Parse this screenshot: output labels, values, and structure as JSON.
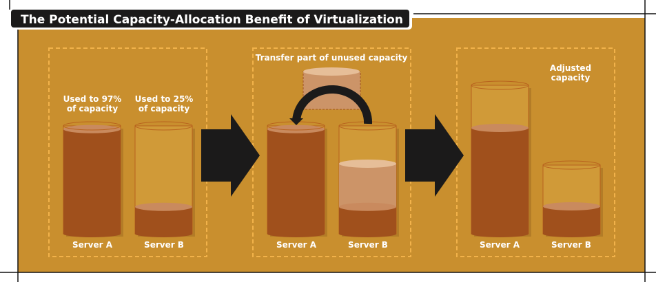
{
  "title": "The Potential Capacity-Allocation Benefit of Virtualization",
  "colors": {
    "panel": "#C98F2E",
    "used": "#A0501C",
    "unused": "#CC9468",
    "glass": "#D09A38",
    "dash": "#F2B24A",
    "arrow": "#1B1A1A"
  },
  "panels": [
    {
      "caption_a": [
        "Used to 97%",
        "of capacity"
      ],
      "caption_b": [
        "Used to 25%",
        "of capacity"
      ],
      "server_a": "Server A",
      "server_b": "Server B",
      "fill_a": 0.97,
      "fill_b": 0.25
    },
    {
      "caption": "Transfer part of unused capacity",
      "server_a": "Server A",
      "server_b": "Server B",
      "fill_a": 0.97,
      "fill_b": 0.25,
      "unused_b": 0.4
    },
    {
      "caption": [
        "Adjusted",
        "capacity"
      ],
      "server_a": "Server A",
      "server_b": "Server B"
    }
  ]
}
